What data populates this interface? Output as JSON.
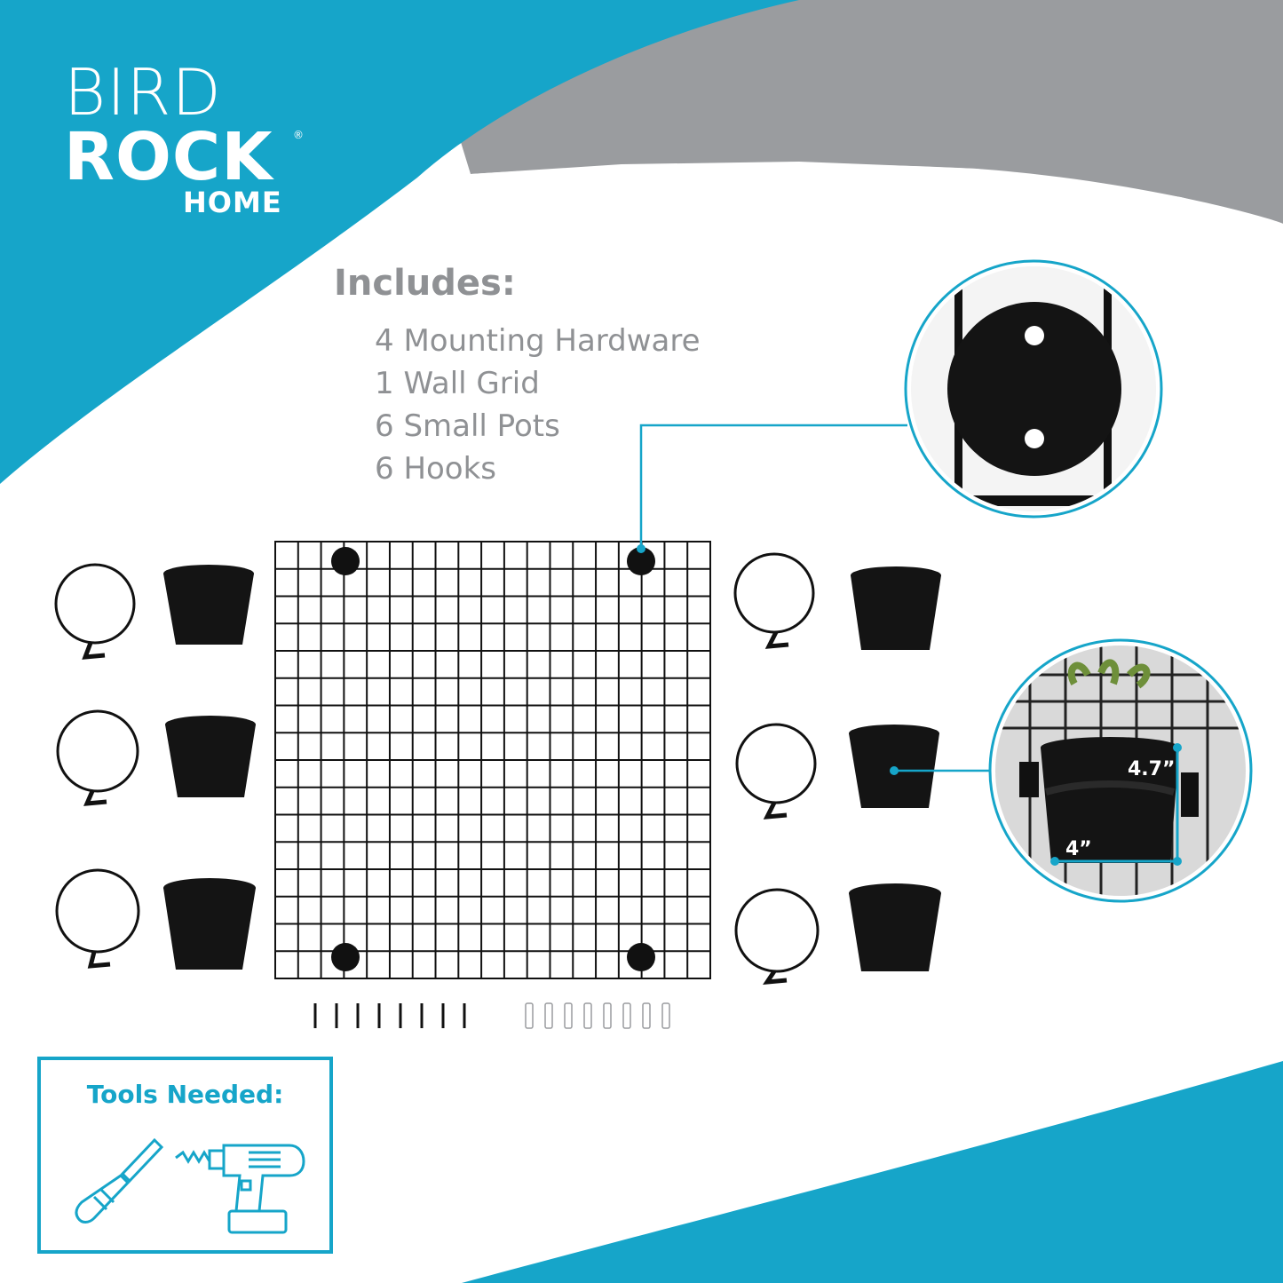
{
  "brand": {
    "line1": "BIRD",
    "line2": "ROCK",
    "line3": "HOME",
    "registered": "®"
  },
  "includes": {
    "heading": "Includes:",
    "items": [
      "4 Mounting Hardware",
      "1 Wall Grid",
      "6 Small Pots",
      "6 Hooks"
    ]
  },
  "dimensions": {
    "height": "4.7”",
    "width": "4”"
  },
  "tools": {
    "heading": "Tools Needed:",
    "icons": [
      "screwdriver-icon",
      "power-drill-icon"
    ]
  },
  "colors": {
    "accent": "#16a5c9",
    "gray_band": "#9a9c9f",
    "text_gray": "#8f9194",
    "product": "#111111"
  }
}
